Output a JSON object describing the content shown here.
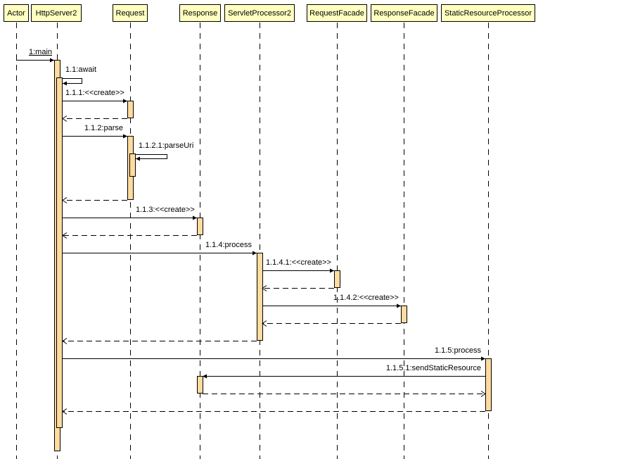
{
  "colors": {
    "header_fill": "#ffffc0",
    "activation_fill": "#ffdba0",
    "line": "#000000",
    "background": "#ffffff"
  },
  "participants": [
    {
      "id": "actor",
      "label": "Actor"
    },
    {
      "id": "httpserver2",
      "label": "HttpServer2"
    },
    {
      "id": "request",
      "label": "Request"
    },
    {
      "id": "response",
      "label": "Response"
    },
    {
      "id": "servletprocessor2",
      "label": "ServletProcessor2"
    },
    {
      "id": "requestfacade",
      "label": "RequestFacade"
    },
    {
      "id": "responsefacade",
      "label": "ResponseFacade"
    },
    {
      "id": "staticresourceprocessor",
      "label": "StaticResourceProcessor"
    }
  ],
  "messages": [
    {
      "seq": "1",
      "label": "1:main",
      "from": "actor",
      "to": "httpserver2",
      "type": "call",
      "underlined": true
    },
    {
      "seq": "1.1",
      "label": "1.1:await",
      "from": "httpserver2",
      "to": "httpserver2",
      "type": "self"
    },
    {
      "seq": "1.1.1",
      "label": "1.1.1:<<create>>",
      "from": "httpserver2",
      "to": "request",
      "type": "call"
    },
    {
      "seq": "1.1.1r",
      "label": "",
      "from": "request",
      "to": "httpserver2",
      "type": "return"
    },
    {
      "seq": "1.1.2",
      "label": "1.1.2:parse",
      "from": "httpserver2",
      "to": "request",
      "type": "call"
    },
    {
      "seq": "1.1.2.1",
      "label": "1.1.2.1:parseUri",
      "from": "request",
      "to": "request",
      "type": "self"
    },
    {
      "seq": "1.1.2r",
      "label": "",
      "from": "request",
      "to": "httpserver2",
      "type": "return"
    },
    {
      "seq": "1.1.3",
      "label": "1.1.3:<<create>>",
      "from": "httpserver2",
      "to": "response",
      "type": "call"
    },
    {
      "seq": "1.1.3r",
      "label": "",
      "from": "response",
      "to": "httpserver2",
      "type": "return"
    },
    {
      "seq": "1.1.4",
      "label": "1.1.4:process",
      "from": "httpserver2",
      "to": "servletprocessor2",
      "type": "call"
    },
    {
      "seq": "1.1.4.1",
      "label": "1.1.4.1:<<create>>",
      "from": "servletprocessor2",
      "to": "requestfacade",
      "type": "call"
    },
    {
      "seq": "1.1.4.1r",
      "label": "",
      "from": "requestfacade",
      "to": "servletprocessor2",
      "type": "return"
    },
    {
      "seq": "1.1.4.2",
      "label": "1.1.4.2:<<create>>",
      "from": "servletprocessor2",
      "to": "responsefacade",
      "type": "call"
    },
    {
      "seq": "1.1.4.2r",
      "label": "",
      "from": "responsefacade",
      "to": "servletprocessor2",
      "type": "return"
    },
    {
      "seq": "1.1.4r",
      "label": "",
      "from": "servletprocessor2",
      "to": "httpserver2",
      "type": "return"
    },
    {
      "seq": "1.1.5",
      "label": "1.1.5:process",
      "from": "httpserver2",
      "to": "staticresourceprocessor",
      "type": "call"
    },
    {
      "seq": "1.1.5.1",
      "label": "1.1.5.1:sendStaticResource",
      "from": "staticresourceprocessor",
      "to": "response",
      "type": "call"
    },
    {
      "seq": "1.1.5.1r",
      "label": "",
      "from": "response",
      "to": "staticresourceprocessor",
      "type": "return"
    },
    {
      "seq": "1.1.5r",
      "label": "",
      "from": "staticresourceprocessor",
      "to": "httpserver2",
      "type": "return"
    }
  ]
}
